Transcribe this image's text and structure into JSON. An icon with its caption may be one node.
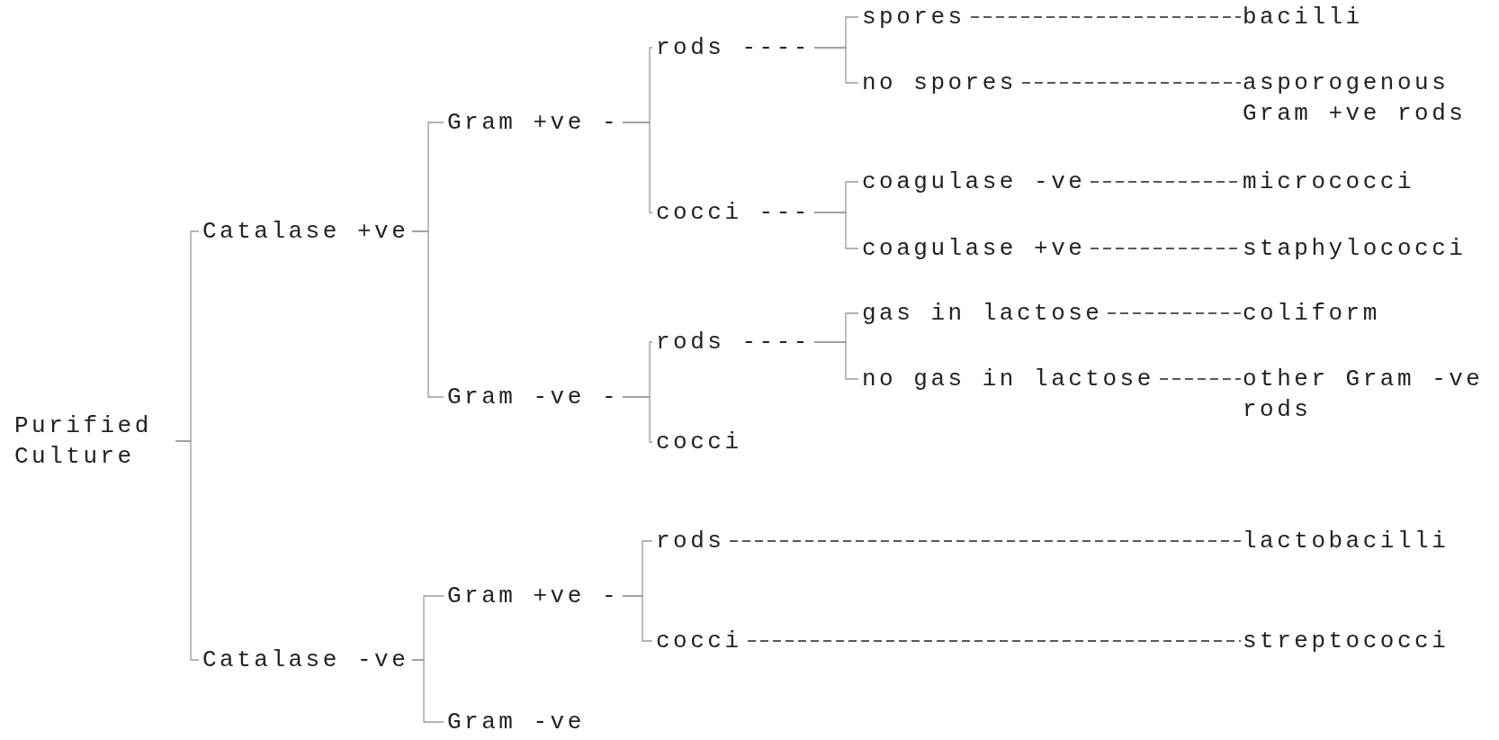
{
  "diagram": {
    "nodes": [
      {
        "text": [
          "Purified Culture"
        ]
      },
      {
        "text": [
          "Catalase +ve"
        ]
      },
      {
        "text": [
          "Catalase -ve"
        ]
      },
      {
        "text": [
          "Gram +ve -"
        ]
      },
      {
        "text": [
          "Gram -ve -"
        ]
      },
      {
        "text": [
          "rods ----"
        ]
      },
      {
        "text": [
          "cocci ---"
        ]
      },
      {
        "text": [
          "rods ----"
        ]
      },
      {
        "text": [
          "cocci"
        ]
      },
      {
        "text": [
          "spores"
        ]
      },
      {
        "text": [
          "no spores"
        ]
      },
      {
        "text": [
          "coagulase -ve"
        ]
      },
      {
        "text": [
          "coagulase +ve"
        ]
      },
      {
        "text": [
          "gas in lactose"
        ]
      },
      {
        "text": [
          "no gas in lactose"
        ]
      },
      {
        "text": [
          "bacilli"
        ]
      },
      {
        "text": [
          "asporogenous Gram +ve rods"
        ]
      },
      {
        "text": [
          "micrococci"
        ]
      },
      {
        "text": [
          "staphylococci"
        ]
      },
      {
        "text": [
          "coliform"
        ]
      },
      {
        "text": [
          "other Gram -ve rods"
        ]
      },
      {
        "text": [
          "Gram +ve -"
        ]
      },
      {
        "text": [
          "Gram -ve"
        ]
      },
      {
        "text": [
          "rods"
        ]
      },
      {
        "text": [
          "cocci"
        ]
      },
      {
        "text": [
          "lactobacilli"
        ]
      },
      {
        "text": [
          "streptococci"
        ]
      }
    ],
    "edges": [
      {
        "from": 0,
        "to": 1,
        "arrow": "none"
      },
      {
        "from": 0,
        "to": 2,
        "arrow": "none"
      },
      {
        "from": 1,
        "to": 3,
        "arrow": "none"
      },
      {
        "from": 1,
        "to": 4,
        "arrow": "none"
      },
      {
        "from": 2,
        "to": 21,
        "arrow": "none"
      },
      {
        "from": 2,
        "to": 22,
        "arrow": "none"
      },
      {
        "from": 3,
        "to": 5,
        "arrow": "none"
      },
      {
        "from": 3,
        "to": 6,
        "arrow": "none"
      },
      {
        "from": 4,
        "to": 7,
        "arrow": "none"
      },
      {
        "from": 4,
        "to": 8,
        "arrow": "none"
      },
      {
        "from": 21,
        "to": 23,
        "arrow": "none"
      },
      {
        "from": 21,
        "to": 24,
        "arrow": "none"
      },
      {
        "from": 5,
        "to": 9,
        "arrow": "none"
      },
      {
        "from": 5,
        "to": 10,
        "arrow": "none"
      },
      {
        "from": 6,
        "to": 11,
        "arrow": "none"
      },
      {
        "from": 6,
        "to": 12,
        "arrow": "none"
      },
      {
        "from": 7,
        "to": 13,
        "arrow": "none"
      },
      {
        "from": 7,
        "to": 14,
        "arrow": "none"
      },
      {
        "from": 9,
        "to": 15,
        "arrow": "none",
        "style": "dashed",
        "color": "#222222"
      },
      {
        "from": 10,
        "to": 16,
        "arrow": "none",
        "style": "dashed",
        "color": "#222222"
      },
      {
        "from": 11,
        "to": 17,
        "arrow": "none",
        "style": "dashed",
        "color": "#222222"
      },
      {
        "from": 12,
        "to": 18,
        "arrow": "none",
        "style": "dashed",
        "color": "#222222"
      },
      {
        "from": 13,
        "to": 19,
        "arrow": "none",
        "style": "dashed",
        "color": "#222222"
      },
      {
        "from": 14,
        "to": 20,
        "arrow": "none",
        "style": "dashed",
        "color": "#222222"
      },
      {
        "from": 23,
        "to": 25,
        "arrow": "none",
        "style": "dashed",
        "color": "#222222"
      },
      {
        "from": 24,
        "to": 26,
        "arrow": "none",
        "style": "dashed",
        "color": "#222222"
      }
    ]
  }
}
